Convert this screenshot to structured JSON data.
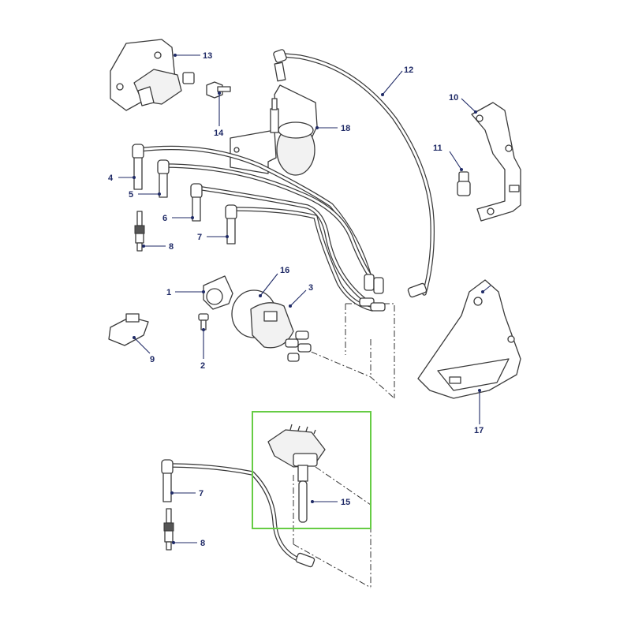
{
  "callouts": {
    "c1": "1",
    "c2": "2",
    "c3": "3",
    "c4": "4",
    "c5": "5",
    "c6": "6",
    "c7a": "7",
    "c7b": "7",
    "c8a": "8",
    "c8b": "8",
    "c9": "9",
    "c10": "10",
    "c11": "11",
    "c12": "12",
    "c13": "13",
    "c14": "14",
    "c15": "15",
    "c16": "16",
    "c17": "17",
    "c18": "18"
  },
  "colors": {
    "callout_text": "#1f2a66",
    "highlight_box": "#66cc44",
    "line_art": "#3a3a3a"
  }
}
